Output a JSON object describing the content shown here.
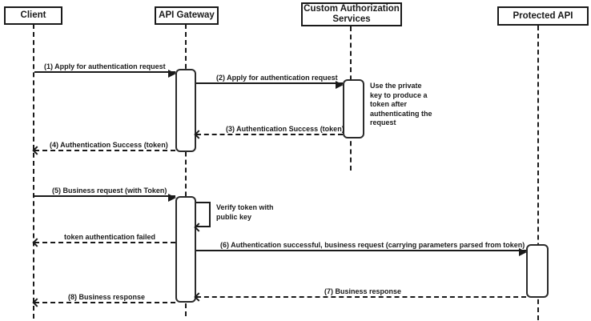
{
  "diagram": {
    "type": "sequence",
    "participants": [
      {
        "label": "Client"
      },
      {
        "label": "API Gateway"
      },
      {
        "label": "Custom Authorization Services"
      },
      {
        "label": "Protected API"
      }
    ],
    "messages": [
      {
        "label": "(1) Apply for authentication request",
        "from": "Client",
        "to": "API Gateway",
        "line": "solid"
      },
      {
        "label": "(2) Apply for authentication request",
        "from": "API Gateway",
        "to": "Custom Authorization Services",
        "line": "solid"
      },
      {
        "label": "(3) Authentication Success (token)",
        "from": "Custom Authorization Services",
        "to": "API Gateway",
        "line": "dashed"
      },
      {
        "label": "(4) Authentication Success (token)",
        "from": "API Gateway",
        "to": "Client",
        "line": "dashed"
      },
      {
        "label": "(5) Business request (with Token)",
        "from": "Client",
        "to": "API Gateway",
        "line": "solid"
      },
      {
        "label": "Verify token with public key",
        "from": "API Gateway",
        "to": "API Gateway",
        "line": "solid",
        "kind": "self"
      },
      {
        "label": "token authentication failed",
        "from": "API Gateway",
        "to": "Client",
        "line": "dashed"
      },
      {
        "label": "(6) Authentication successful, business request (carrying parameters parsed from token)",
        "from": "API Gateway",
        "to": "Protected API",
        "line": "solid"
      },
      {
        "label": "(7) Business response",
        "from": "Protected API",
        "to": "API Gateway",
        "line": "dashed"
      },
      {
        "label": "(8) Business response",
        "from": "API Gateway",
        "to": "Client",
        "line": "dashed"
      }
    ],
    "notes": [
      {
        "label": "Use the private key to produce a token after authenticating the request",
        "anchor": "Custom Authorization Services"
      }
    ],
    "colors": {
      "stroke": "#1a1a1a",
      "fill": "#ffffff"
    }
  }
}
